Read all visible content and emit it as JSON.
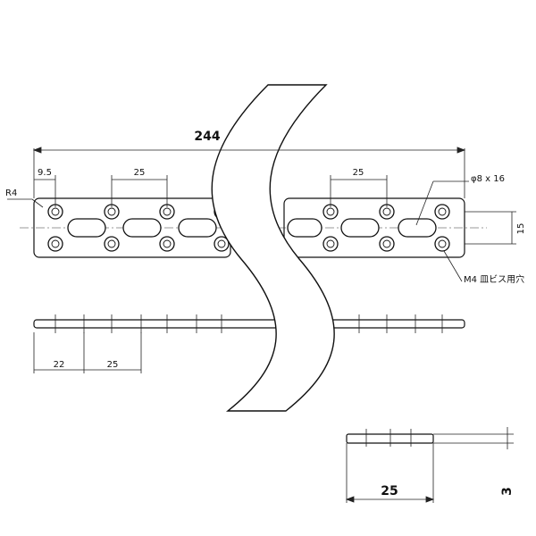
{
  "labels": {
    "overall_length": "244",
    "edge_offset": "9.5",
    "pitch_left": "25",
    "pitch_right": "25",
    "corner_radius": "R4",
    "slot_size": "φ8 x 16",
    "width": "15",
    "screw_note": "M4 皿ビス用穴",
    "side_first": "22",
    "side_pitch": "25",
    "end_width": "25",
    "thickness": "3"
  }
}
